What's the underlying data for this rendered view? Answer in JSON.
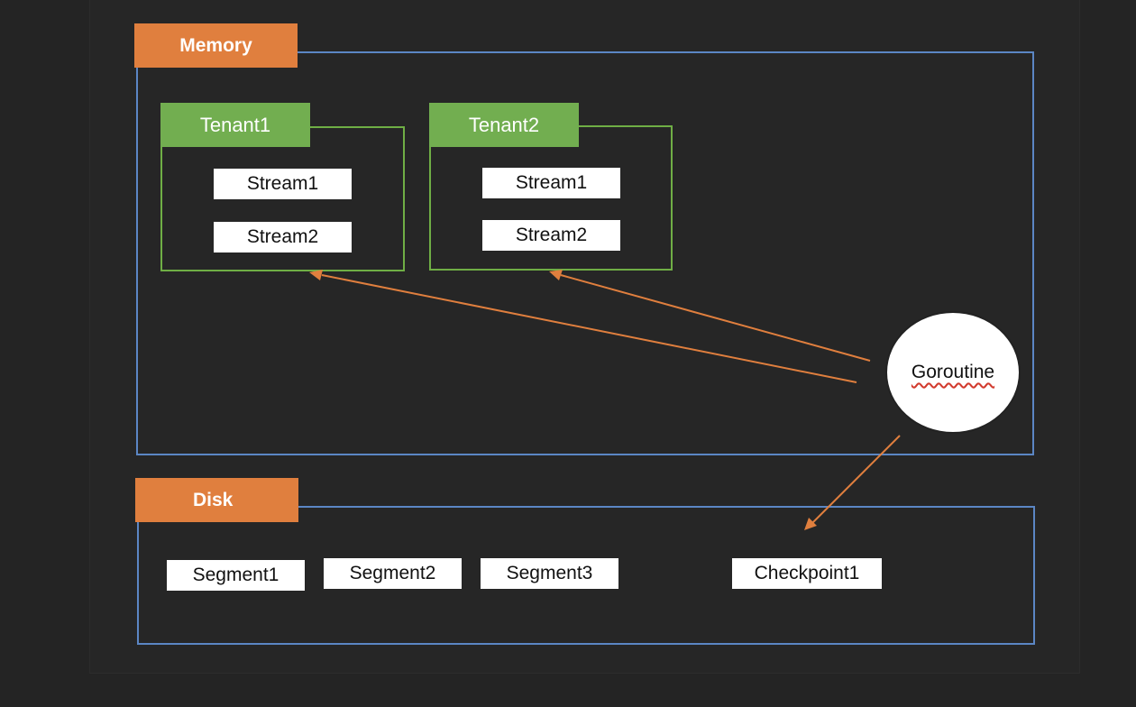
{
  "memory": {
    "label": "Memory",
    "tenants": [
      {
        "label": "Tenant1",
        "streams": [
          "Stream1",
          "Stream2"
        ]
      },
      {
        "label": "Tenant2",
        "streams": [
          "Stream1",
          "Stream2"
        ]
      }
    ]
  },
  "disk": {
    "label": "Disk",
    "segments": [
      "Segment1",
      "Segment2",
      "Segment3"
    ],
    "checkpoint": "Checkpoint1"
  },
  "goroutine": {
    "label": "Goroutine"
  },
  "colors": {
    "background": "#262626",
    "region_border": "#5b86c4",
    "tenant_border": "#6fae45",
    "orange_tag": "#e07f3e",
    "green_tag": "#72ae50",
    "arrow": "#e07f3e"
  }
}
